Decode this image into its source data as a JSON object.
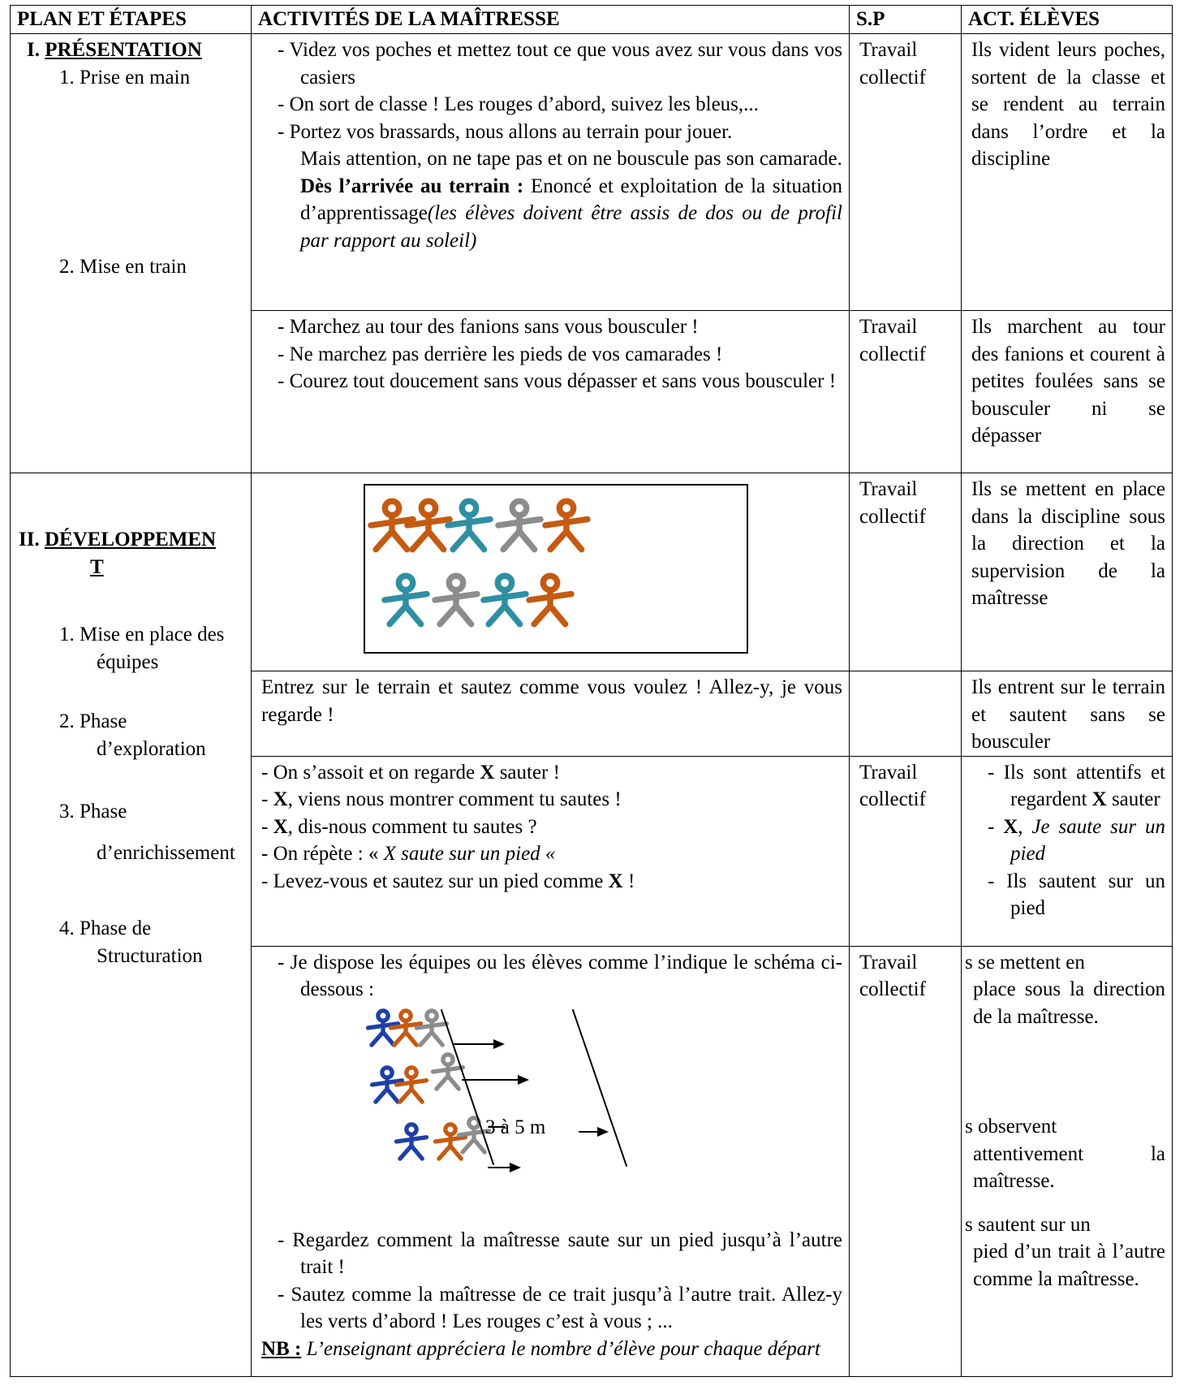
{
  "table": {
    "headers": [
      "PLAN ET ÉTAPES",
      "ACTIVITÉS DE LA MAÎTRESSE",
      "S.P",
      "ACT. ÉLÈVES"
    ],
    "plan": {
      "s1_title_num": "I.",
      "s1_title": "PRÉSENTATION",
      "s1_step1": "1. Prise en main",
      "s1_step2": "2. Mise en train",
      "s2_title_num": "II.",
      "s2_title_a": "DÉVELOPPEMEN",
      "s2_title_b": "T",
      "s2_step1a": "1. Mise en place des",
      "s2_step1b": "équipes",
      "s2_step2a": "2. Phase",
      "s2_step2b": "d’exploration",
      "s2_step3a": "3. Phase",
      "s2_step3b": "d’enrichissement",
      "s2_step4a": "4. Phase de",
      "s2_step4b": "Structuration"
    },
    "sp": {
      "r1": "Travail collectif",
      "r2": "Travail collectif",
      "r3": "Travail collectif",
      "r4": "",
      "r5": "Travail collectif",
      "r6": "Travail collectif"
    },
    "rows": {
      "r1": {
        "b1": "- Videz vos poches et mettez tout ce que vous avez sur vous dans vos casiers",
        "b2": "- On sort de classe ! Les rouges d’abord, suivez les bleus,...",
        "b3": "- Portez vos brassards, nous allons au terrain pour jouer.",
        "b3c": "Mais attention, on ne tape pas et on ne bouscule pas son camarade.",
        "b4_bold": "Dès l’arrivée au terrain :",
        "b4_text": " Enoncé et exploitation de la situation d’apprentissage",
        "b4_italic": "(les élèves doivent être assis de dos ou de profil par rapport au soleil)",
        "eleves": "Ils vident leurs poches, sortent de la classe et se rendent au terrain dans l’ordre et la discipline"
      },
      "r2": {
        "b1": "- Marchez  au tour des fanions sans  vous bousculer !",
        "b2": "- Ne marchez pas derrière les pieds de vos camarades !",
        "b3": "- Courez tout doucement sans vous dépasser et sans vous bousculer !",
        "eleves": "Ils marchent au tour des fanions et courent à petites foulées sans se bousculer ni se dépasser"
      },
      "r3": {
        "eleves": "Ils se mettent en place dans la discipline sous la direction et la supervision de la maîtresse"
      },
      "r4": {
        "text": "Entrez sur le terrain  et sautez comme vous voulez ! Allez-y, je vous regarde !",
        "eleves": "Ils entrent sur le terrain et sautent sans se bousculer"
      },
      "r5": {
        "b1a": "- On s’assoit et on regarde ",
        "x": "X",
        "b1b": " sauter !",
        "b2a": "- ",
        "b2b": ", viens nous montrer comment tu sautes !",
        "b3b": ", dis-nous comment tu sautes ?",
        "b4a": "- On répète : « ",
        "b4b": "X  saute sur un pied «",
        "b5a": "- Levez-vous et sautez  sur un pied comme ",
        "b5b": " !",
        "e1a": "- Ils sont attentifs et regardent ",
        "e1b": " sauter",
        "e2a": "- ",
        "e2b": ", ",
        "e2c": "Je saute sur un pied",
        "e3": "- Ils sautent sur un pied"
      },
      "r6": {
        "b1": "- Je dispose les équipes ou les élèves comme l’indique le schéma ci-dessous :",
        "dist": "3 à 5 m",
        "b2": "- Regardez comment la maîtresse saute sur un  pied jusqu’à l’autre trait !",
        "b3": "- Sautez comme la maîtresse de ce trait jusqu’à l’autre trait. Allez-y les verts d’abord ! Les rouges c’est à vous ; ...",
        "nb": "NB :",
        "nb_text": " L’enseignant appréciera le nombre d’élève pour chaque départ",
        "e1": "s se mettent en",
        "e1b": "place sous la direction de la maîtresse.",
        "e2": "s observent",
        "e2b": "attentivement la maîtresse.",
        "e3": "s sautent sur un",
        "e3b": "pied d’un trait à l’autre comme la maîtresse."
      }
    }
  },
  "colors": {
    "orange": "#c55a11",
    "teal": "#2e8fa3",
    "gray": "#8c8c8c",
    "blue": "#1f3fa8"
  }
}
